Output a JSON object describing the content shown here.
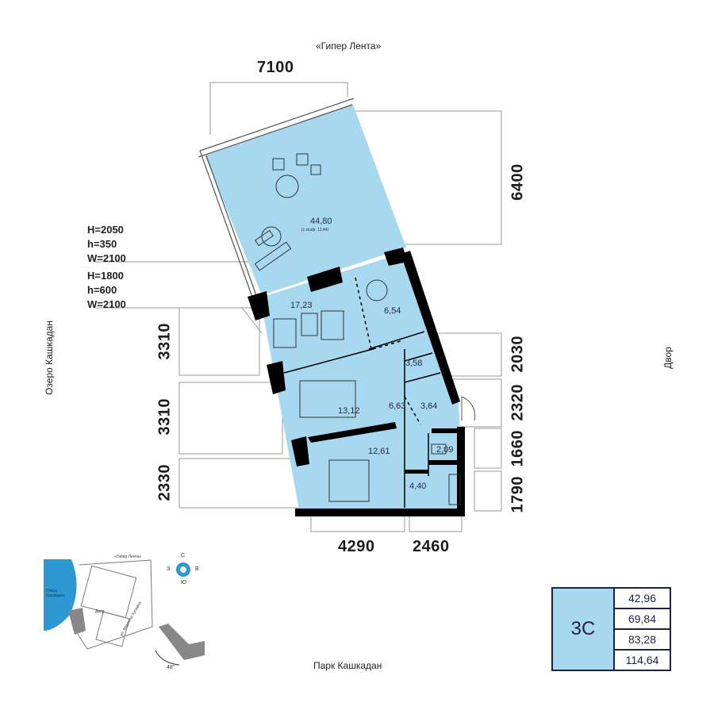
{
  "context": {
    "north_label": "«Гипер Лента»",
    "south_label": "Парк Кашкадан",
    "west_label": "Озеро Кашкадан",
    "east_label": "Двор"
  },
  "dimensions": {
    "top": "7100",
    "right_top": "6400",
    "left_1": "3310",
    "left_2": "3310",
    "left_3": "2330",
    "right_1": "2030",
    "right_2": "2320",
    "right_3": "1660",
    "right_4": "1790",
    "bottom_1": "4290",
    "bottom_2": "2460"
  },
  "window_specs": [
    {
      "H": "H=2050",
      "h": "h=350",
      "W": "W=2100"
    },
    {
      "H": "H=1800",
      "h": "h=600",
      "W": "W=2100"
    }
  ],
  "rooms": {
    "terrace": {
      "area": "44,80",
      "note": "(с коэф. 13,44)"
    },
    "living": "17,23",
    "kitchen": "6,54",
    "hall_small": "3,58",
    "corridor": "6,63",
    "wardrobe": "3,64",
    "bedroom_1": "13,12",
    "bedroom_2": "12,61",
    "wc": "2,09",
    "bath": "4,40"
  },
  "summary": {
    "type": "3С",
    "areas": [
      "42,96",
      "69,84",
      "83,28",
      "114,64"
    ]
  },
  "mini_map": {
    "north_label": "«Гипер Лента»",
    "lake_label": "Озеро Кашкадан",
    "yard_label": "Двор",
    "street_label": "ул. Марселя Хусаина",
    "compass": {
      "n": "С",
      "s": "Ю",
      "w": "З",
      "e": "В"
    },
    "angle": "48°"
  },
  "colors": {
    "room_fill": "#a8d8f0",
    "wall": "#000000",
    "line": "#9a9a9a",
    "accent": "#1e2440"
  }
}
